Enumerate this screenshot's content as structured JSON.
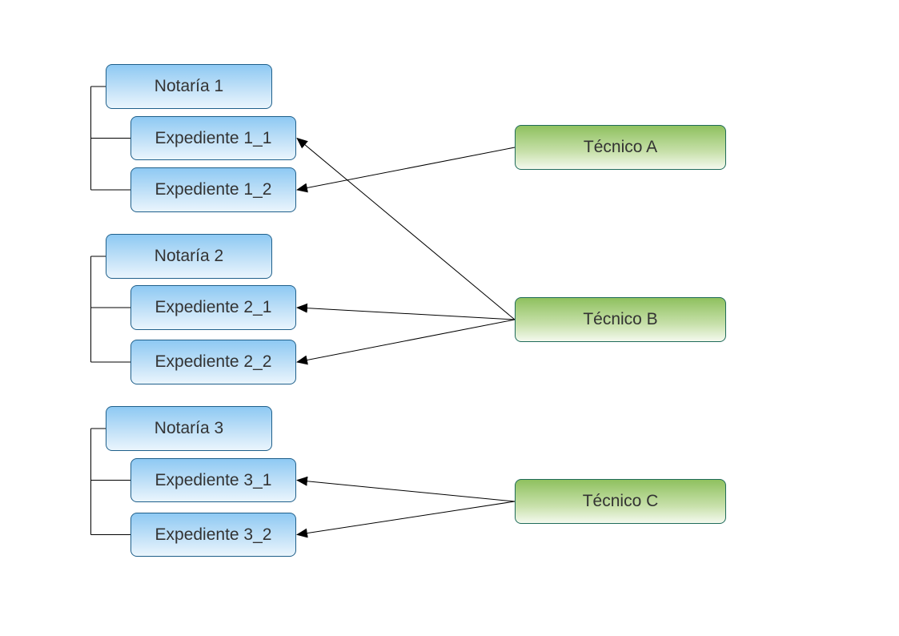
{
  "diagram": {
    "notarias": [
      {
        "id": "n1",
        "label": "Notaría 1",
        "expedientes": [
          {
            "id": "e11",
            "label": "Expediente 1_1"
          },
          {
            "id": "e12",
            "label": "Expediente 1_2"
          }
        ]
      },
      {
        "id": "n2",
        "label": "Notaría 2",
        "expedientes": [
          {
            "id": "e21",
            "label": "Expediente 2_1"
          },
          {
            "id": "e22",
            "label": "Expediente 2_2"
          }
        ]
      },
      {
        "id": "n3",
        "label": "Notaría 3",
        "expedientes": [
          {
            "id": "e31",
            "label": "Expediente 3_1"
          },
          {
            "id": "e32",
            "label": "Expediente 3_2"
          }
        ]
      }
    ],
    "tecnicos": [
      {
        "id": "tA",
        "label": "Técnico A"
      },
      {
        "id": "tB",
        "label": "Técnico B"
      },
      {
        "id": "tC",
        "label": "Técnico C"
      }
    ],
    "assignments": [
      {
        "from": "tA",
        "to": "e12"
      },
      {
        "from": "tB",
        "to": "e11"
      },
      {
        "from": "tB",
        "to": "e21"
      },
      {
        "from": "tB",
        "to": "e22"
      },
      {
        "from": "tC",
        "to": "e31"
      },
      {
        "from": "tC",
        "to": "e32"
      }
    ],
    "colors": {
      "notaria_fill": "#c6e3f8",
      "notaria_border": "#1f5f8a",
      "tecnico_fill": "#c7e0aa",
      "tecnico_border": "#1f6b5a",
      "line": "#000000"
    }
  }
}
